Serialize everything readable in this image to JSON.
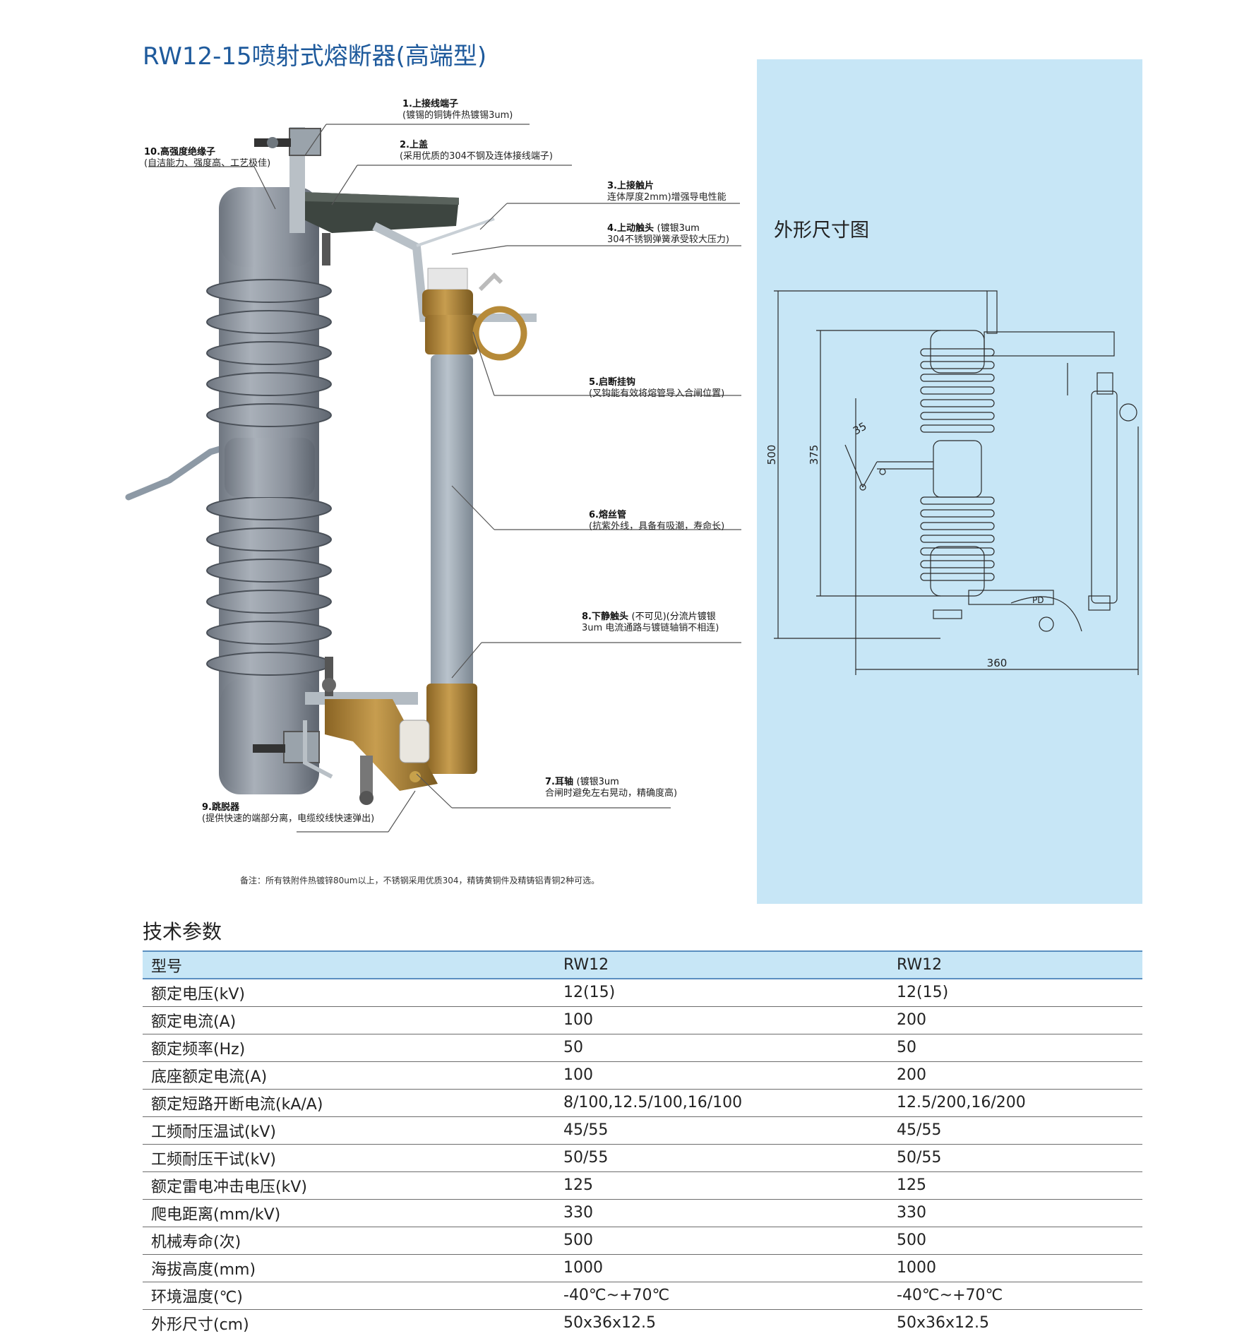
{
  "page": {
    "title": "RW12-15喷射式熔断器(高端型)"
  },
  "callouts": [
    {
      "id": "c1",
      "title": "1.上接线端子",
      "desc": "(镀锡的铜铸件热镀锡3um)"
    },
    {
      "id": "c2",
      "title": "2.上盖",
      "desc": "(采用优质的304不钢及连体接线端子)"
    },
    {
      "id": "c3",
      "title": "3.上接触片",
      "desc": "连体厚度2mm)增强导电性能"
    },
    {
      "id": "c4",
      "title": "4.上动触头",
      "title_extra": "(镀银3um",
      "desc": "304不锈钢弹簧承受较大压力)"
    },
    {
      "id": "c5",
      "title": "5.启断挂钩",
      "desc": "(叉钩能有效将熔管导入合闸位置)"
    },
    {
      "id": "c6",
      "title": "6.熔丝管",
      "desc": "(抗紫外线，具备有吸潮，寿命长)"
    },
    {
      "id": "c7",
      "title": "7.耳轴",
      "title_extra": "(镀银3um",
      "desc": "合闸时避免左右晃动，精确度高)"
    },
    {
      "id": "c8",
      "title": "8.下静触头",
      "title_extra": "(不可见)(分流片镀银",
      "desc": "3um  电流通路与镀链轴销不相连)"
    },
    {
      "id": "c9",
      "title": "9.跳脱器",
      "desc": "(提供快速的端部分离，电缆绞线快速弹出)"
    },
    {
      "id": "c10",
      "title": "10.高强度绝缘子",
      "desc": "(自洁能力、强度高、工艺极佳)"
    }
  ],
  "note": "备注：所有铁附件热镀锌80um以上，不锈钢采用优质304，精铸黄铜件及精铸铝青铜2种可选。",
  "dimension_drawing": {
    "title": "外形尺寸图",
    "labels": {
      "height_total": "500",
      "height_body": "375",
      "angle": "35",
      "width": "360",
      "marker": "PD"
    },
    "panel_color": "#c7e6f6"
  },
  "tech": {
    "title": "技术参数",
    "header": [
      "型号",
      "RW12",
      "RW12"
    ],
    "rows": [
      [
        "额定电压(kV)",
        "12(15)",
        "12(15)"
      ],
      [
        "额定电流(A)",
        "100",
        "200"
      ],
      [
        "额定频率(Hz)",
        "50",
        "50"
      ],
      [
        "底座额定电流(A)",
        "100",
        "200"
      ],
      [
        "额定短路开断电流(kA/A)",
        "8/100,12.5/100,16/100",
        "12.5/200,16/200"
      ],
      [
        "工频耐压温试(kV)",
        "45/55",
        "45/55"
      ],
      [
        "工频耐压干试(kV)",
        "50/55",
        "50/55"
      ],
      [
        "额定雷电冲击电压(kV)",
        "125",
        "125"
      ],
      [
        "爬电距离(mm/kV)",
        "330",
        "330"
      ],
      [
        "机械寿命(次)",
        "500",
        "500"
      ],
      [
        "海拔高度(mm)",
        "1000",
        "1000"
      ],
      [
        "环境温度(℃)",
        "-40℃~+70℃",
        "-40℃~+70℃"
      ],
      [
        "外形尺寸(cm)",
        "50x36x12.5",
        "50x36x12.5"
      ]
    ]
  },
  "colors": {
    "title": "#1e5a9c",
    "accent_panel": "#c7e6f6",
    "insulator": "#8e959f",
    "brass": "#b58a3c",
    "tube": "#a2adb7"
  }
}
